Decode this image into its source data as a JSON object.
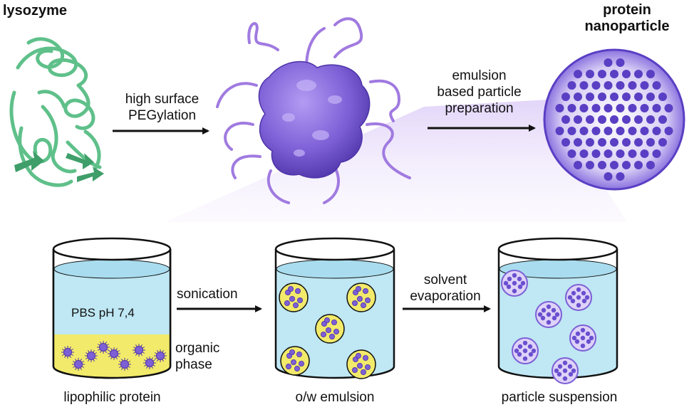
{
  "labels": {
    "lysozyme": "lysozyme",
    "pegylation_line1": "high surface",
    "pegylation_line2": "PEGylation",
    "emulsion_line1": "emulsion",
    "emulsion_line2": "based particle",
    "emulsion_line3": "preparation",
    "nanoparticle_line1": "protein",
    "nanoparticle_line2": "nanoparticle",
    "pbs": "PBS pH 7,4",
    "organic_line1": "organic",
    "organic_line2": "phase",
    "sonication": "sonication",
    "solvent_line1": "solvent",
    "solvent_line2": "evaporation",
    "lipophilic_protein": "lipophilic protein",
    "ow_emulsion": "o/w emulsion",
    "particle_suspension": "particle suspension"
  },
  "colors": {
    "ribbon": "#5fc08a",
    "protein": "#7d5fd6",
    "peg": "#a07ae0",
    "water": "#bfe7f4",
    "oil": "#f2ea6a",
    "nanoparticle": "#5a3fc4",
    "cone": "#e8dcfa"
  }
}
